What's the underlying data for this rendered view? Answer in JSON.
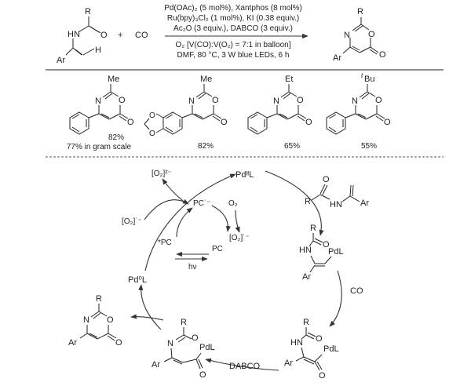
{
  "reaction": {
    "cond1": "Pd(OAc)₂ (5 mol%), Xantphos (8 mol%)",
    "cond2": "Ru(bpy)₃Cl₂ (1 mol%), KI (0.38 equiv.)",
    "cond3": "Ac₂O (3 equiv.), DABCO (3 equiv.)",
    "cond4": "O₂ [V(CO):V(O₂) = 7:1 in balloon]",
    "cond5": "DMF, 80 °C, 3 W blue LEDs, 6 h",
    "plus": "+",
    "co": "CO"
  },
  "atoms": {
    "R": "R",
    "O": "O",
    "N": "N",
    "H": "H",
    "HN": "HN",
    "Ar": "Ar",
    "Me": "Me",
    "Et": "Et",
    "tBu_t": "t",
    "tBu_Bu": "Bu"
  },
  "examples": [
    {
      "yield": "82%",
      "note": "77% in gram scale"
    },
    {
      "yield": "82%",
      "note": ""
    },
    {
      "yield": "65%",
      "note": ""
    },
    {
      "yield": "55%",
      "note": ""
    }
  ],
  "cycle": {
    "pd2L": "PdᴵᴵL",
    "pd0L": "Pd⁰L",
    "o2_2minus": "[O₂]²⁻",
    "o2_rad": "[O₂]˙⁻",
    "o2_rad2": "[O₂]˙⁻",
    "o2": "O₂",
    "pc_minus": "PC˙⁻",
    "pc_star": "*PC",
    "pc": "PC",
    "hv": "hν",
    "co": "CO",
    "dabco": "DABCO",
    "pdl": "PdL",
    "hn": "HN"
  }
}
